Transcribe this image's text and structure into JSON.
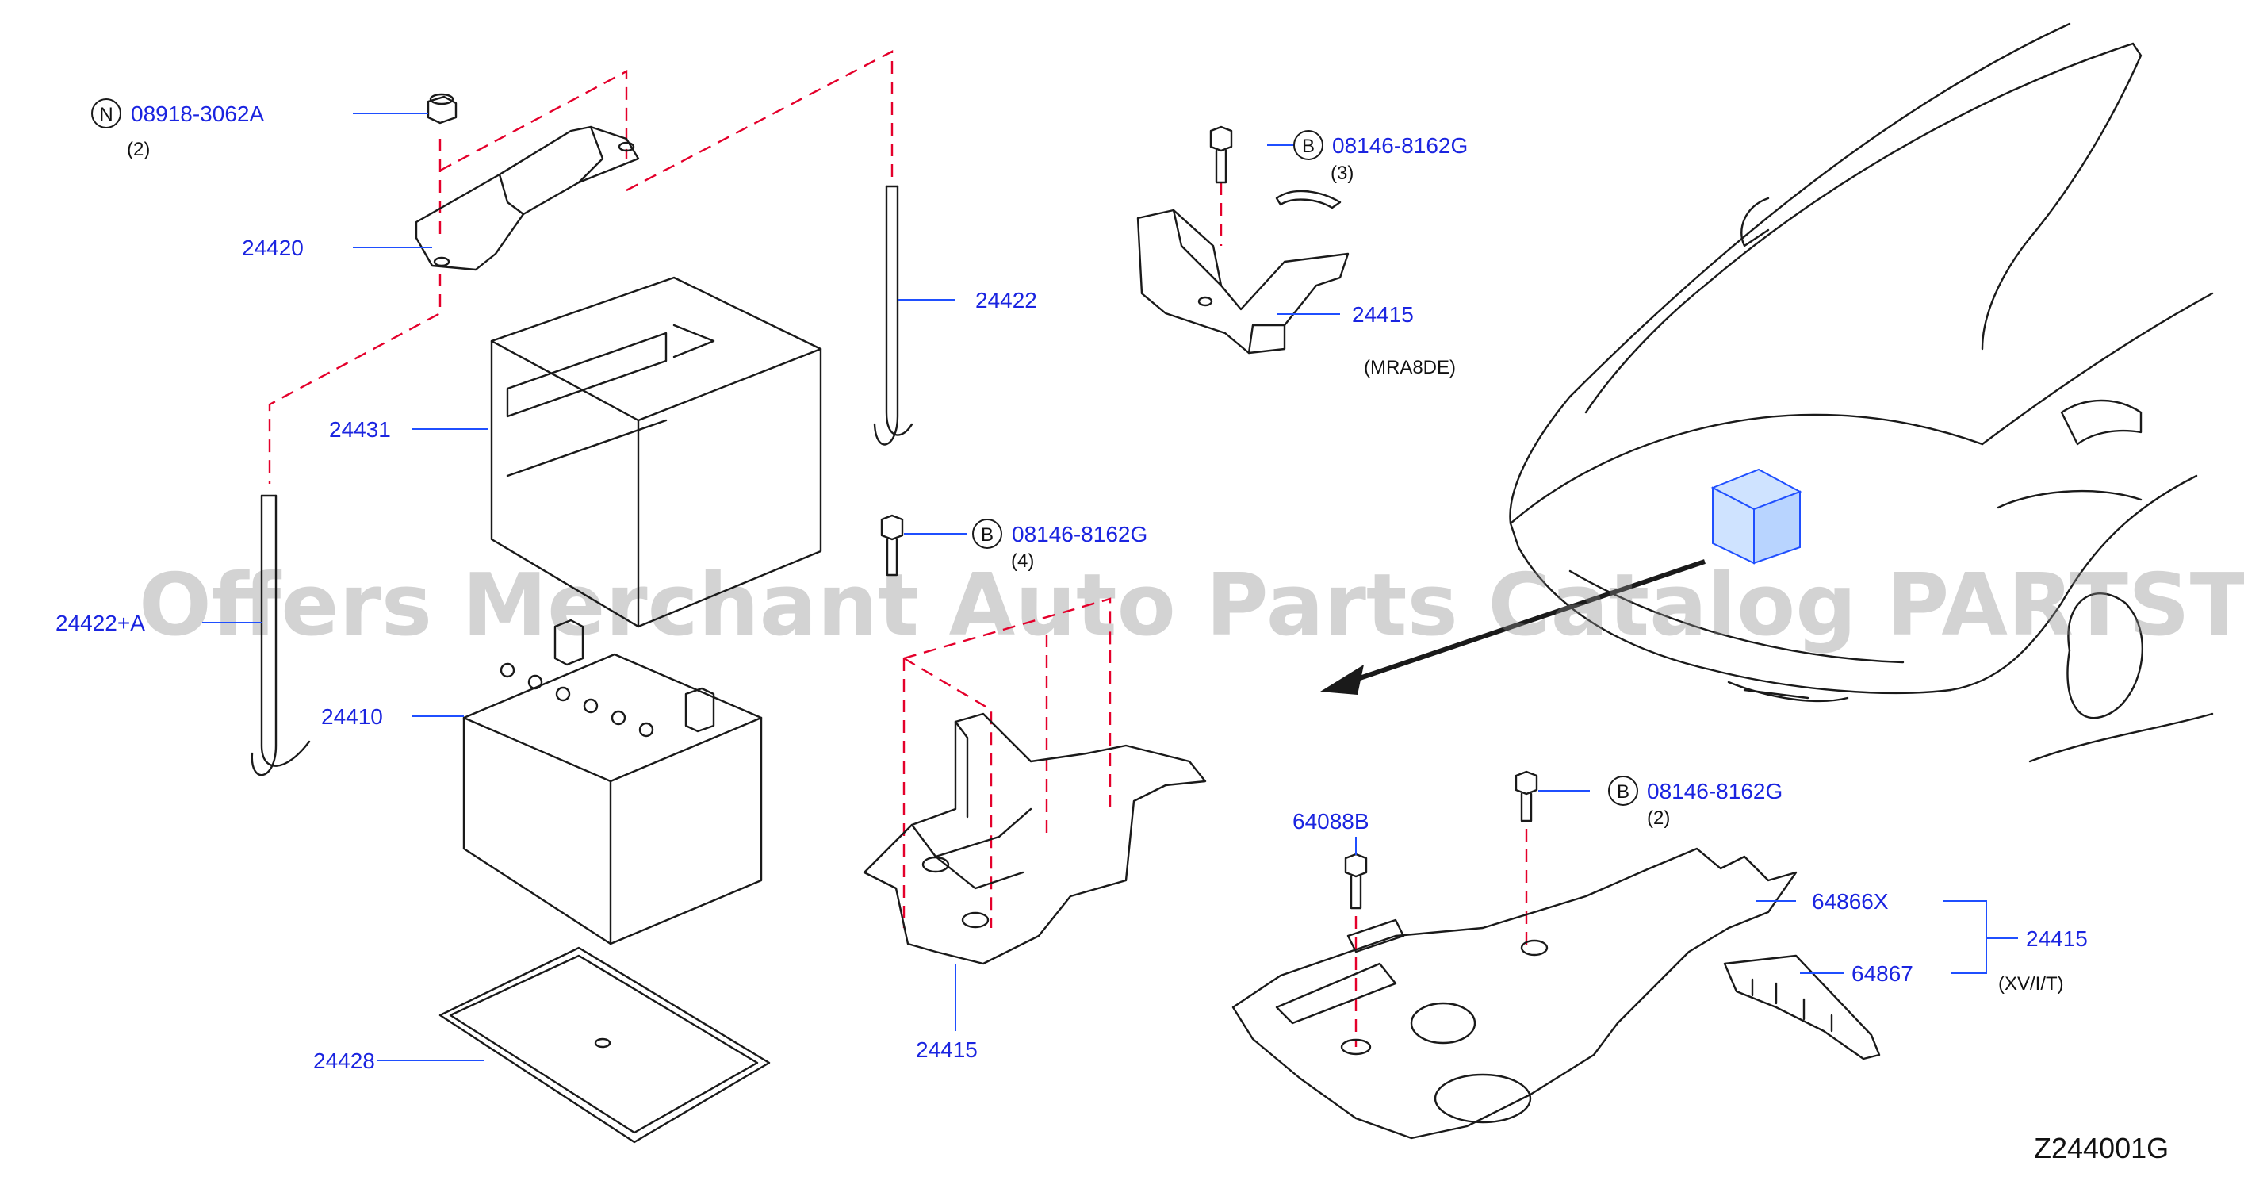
{
  "diagram_code": "Z244001G",
  "watermark": "Offers Merchant Auto Parts Catalog PARTSTORE.SA",
  "colors": {
    "label": "#1a24e0",
    "phantom_line": "#e4002b",
    "line": "#1a1a1a",
    "watermark": "#8c8c8c"
  },
  "fasteners": [
    {
      "letter": "N",
      "part_no": "08918-3062A",
      "qty": "(2)"
    },
    {
      "letter": "B",
      "part_no": "08146-8162G",
      "qty": "(3)"
    },
    {
      "letter": "B",
      "part_no": "08146-8162G",
      "qty": "(4)"
    },
    {
      "letter": "B",
      "part_no": "08146-8162G",
      "qty": "(2)"
    }
  ],
  "parts": {
    "p24420": "24420",
    "p24422": "24422",
    "p24431": "24431",
    "p24422a": "24422+A",
    "p24410": "24410",
    "p24428": "24428",
    "p24415_upper": "24415",
    "p24415_mid": "24415",
    "p64088b": "64088B",
    "p64866x": "64866X",
    "p64867": "64867",
    "p24415_group": "24415"
  },
  "notes": {
    "engine_variant": "(MRA8DE)",
    "trim_variant": "(XV/I/T)"
  }
}
